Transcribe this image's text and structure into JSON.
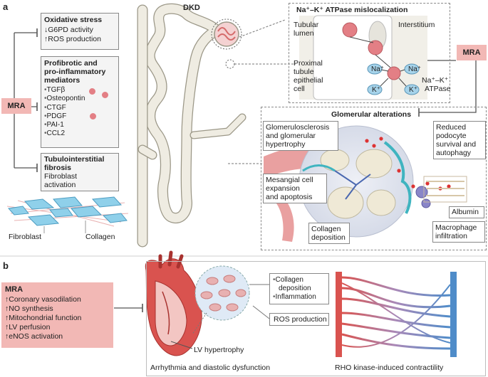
{
  "panel_a_label": "a",
  "panel_b_label": "b",
  "dkd_label": "DKD",
  "mra_label": "MRA",
  "oxidative": {
    "title": "Oxidative stress",
    "items": [
      "↓G6PD activity",
      "↑ROS production"
    ]
  },
  "profibrotic": {
    "title_lines": [
      "Profibrotic and",
      "pro-inflammatory",
      "mediators"
    ],
    "items": [
      "TGFβ",
      "Osteopontin",
      "CTGF",
      "PDGF",
      "PAI-1",
      "CCL2"
    ]
  },
  "tubulo": {
    "title_lines": [
      "Tubulointerstitial",
      "fibrosis"
    ],
    "items": [
      "Fibroblast",
      "activation"
    ]
  },
  "fibroblast_label": "Fibroblast",
  "collagen_label": "Collagen",
  "natpase": {
    "title": "Na⁺–K⁺ ATPase mislocalization",
    "tubular_lumen": [
      "Tubular",
      "lumen"
    ],
    "interstitium": "Interstitium",
    "proximal": [
      "Proximal",
      "tubule",
      "epithelial",
      "cell"
    ],
    "na_label": "Na⁺",
    "k_label": "K⁺",
    "atpase_lines": [
      "Na⁺–K⁺",
      "ATPase"
    ]
  },
  "glomerular": {
    "title": "Glomerular alterations",
    "sclerosis": [
      "Glomerulosclerosis",
      "and glomerular",
      "hypertrophy"
    ],
    "podocyte": [
      "Reduced",
      "podocyte",
      "survival and",
      "autophagy"
    ],
    "mesangial": [
      "Mesangial cell",
      "expansion",
      "and apoptosis"
    ],
    "albumin": "Albumin",
    "collagen_dep": [
      "Collagen",
      "deposition"
    ],
    "macrophage": [
      "Macrophage",
      "infiltration"
    ]
  },
  "panel_b": {
    "mra_title": "MRA",
    "items": [
      "↑Coronary vasodilation",
      "↑NO synthesis",
      "↑Mitochondrial function",
      "↑LV perfusion",
      "↑eNOS activation"
    ],
    "callout_items": [
      "Collagen",
      "deposition",
      "Inflammation"
    ],
    "ros": "ROS production",
    "lv": "LV hypertrophy",
    "arrhythmia": "Arrhythmia and diastolic dysfunction",
    "rho": "RHO kinase-induced contractility"
  },
  "colors": {
    "mra_pink": "#f2b8b5",
    "cell_red": "#e37f85",
    "ion_blue": "#a6d3ea",
    "tubule": "#efece2",
    "vessel_red": "#d9534f",
    "vessel_blue": "#4f8cc9"
  }
}
